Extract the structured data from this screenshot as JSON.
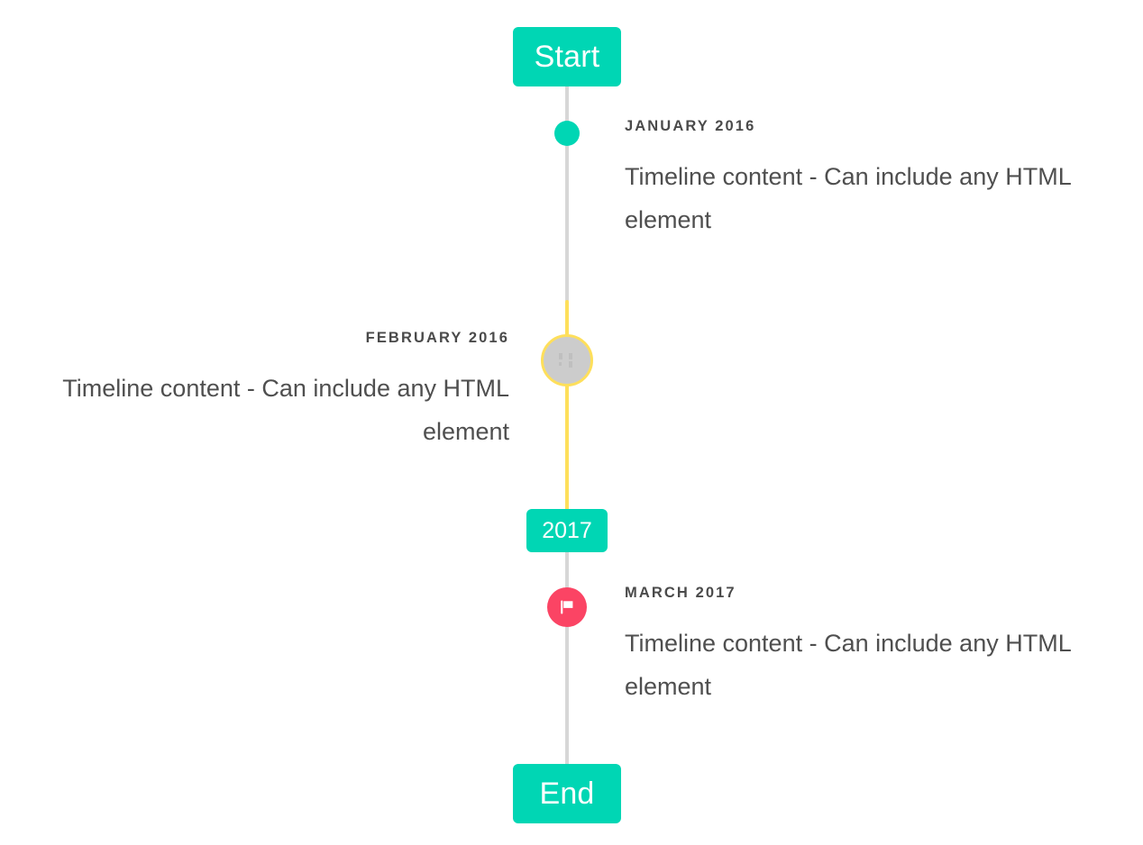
{
  "timeline": {
    "start_label": "Start",
    "end_label": "End",
    "year_marker_label": "2017",
    "colors": {
      "accent_teal": "#00d6b4",
      "axis_grey": "#d7d7d7",
      "axis_yellow": "#fedf5b",
      "marker_grey": "#cccccc",
      "flag_pink": "#fb4464",
      "date_text": "#4a4a4a",
      "body_text": "#4f4f4f"
    },
    "entries": [
      {
        "date": "JANUARY 2016",
        "body": "Timeline content - Can include any HTML element",
        "side": "right",
        "marker": "dot-icon"
      },
      {
        "date": "FEBRUARY 2016",
        "body": "Timeline content - Can include any HTML element",
        "side": "left",
        "marker": "missing-glyph-icon"
      },
      {
        "date": "MARCH 2017",
        "body": "Timeline content - Can include any HTML element",
        "side": "right",
        "marker": "flag-icon"
      }
    ]
  }
}
